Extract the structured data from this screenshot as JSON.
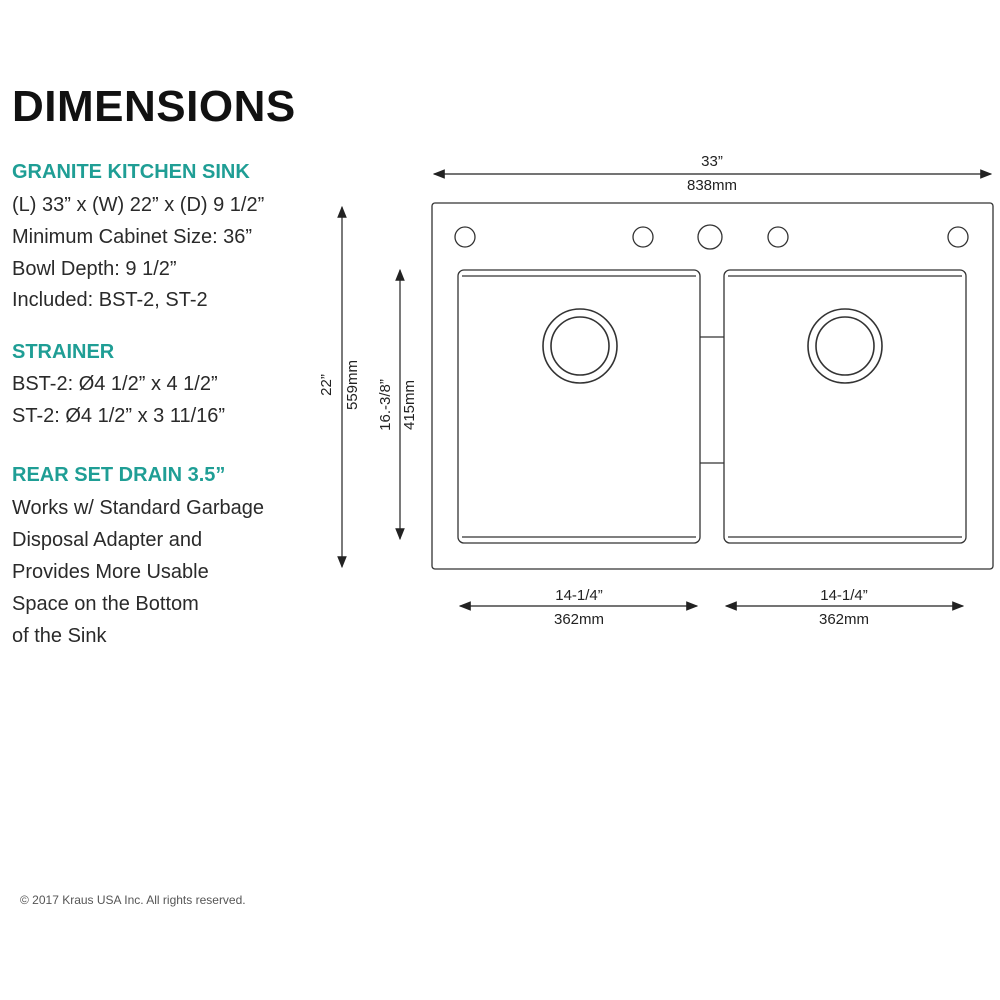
{
  "title": "DIMENSIONS",
  "sections": [
    {
      "heading": "GRANITE KITCHEN SINK",
      "lines": [
        "(L) 33” x (W) 22” x (D) 9 1/2”",
        "Minimum Cabinet Size: 36”",
        "Bowl Depth: 9 1/2”",
        "Included: BST-2, ST-2"
      ]
    },
    {
      "heading": "STRAINER",
      "lines": [
        "BST-2: Ø4 1/2” x 4 1/2”",
        "ST-2: Ø4 1/2” x 3 11/16”"
      ]
    },
    {
      "heading": "REAR SET DRAIN 3.5”",
      "lines": [
        "Works w/ Standard Garbage",
        "Disposal Adapter and",
        "Provides More Usable",
        "Space on the Bottom",
        "of the Sink"
      ]
    }
  ],
  "diagram": {
    "width_in": "33”",
    "width_mm": "838mm",
    "depth_in": "22”",
    "depth_mm": "559mm",
    "bowl_depth_in": "16.-3/8”",
    "bowl_depth_mm": "415mm",
    "left_bowl_in": "14-1/4”",
    "left_bowl_mm": "362mm",
    "right_bowl_in": "14-1/4”",
    "right_bowl_mm": "362mm"
  },
  "copyright": "© 2017 Kraus USA Inc. All rights reserved.",
  "colors": {
    "accent": "#1f9e95",
    "line": "#333333"
  }
}
